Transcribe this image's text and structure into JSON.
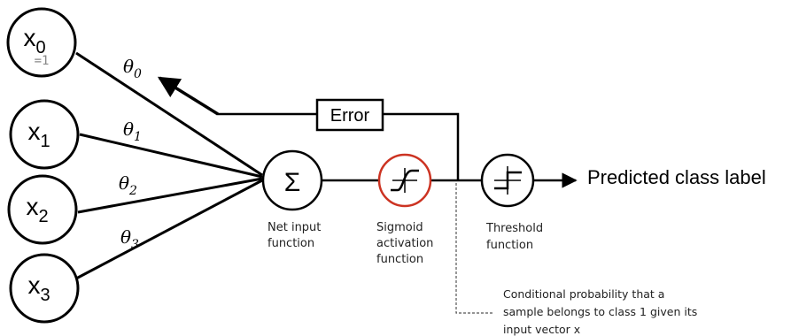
{
  "inputs": [
    {
      "symbol": "x",
      "sub": "0",
      "note": "=1"
    },
    {
      "symbol": "x",
      "sub": "1",
      "note": ""
    },
    {
      "symbol": "x",
      "sub": "2",
      "note": ""
    },
    {
      "symbol": "x",
      "sub": "3",
      "note": ""
    }
  ],
  "weights": [
    {
      "symbol": "θ",
      "sub": "0"
    },
    {
      "symbol": "θ",
      "sub": "1"
    },
    {
      "symbol": "θ",
      "sub": "2"
    },
    {
      "symbol": "θ",
      "sub": "3"
    }
  ],
  "error_label": "Error",
  "sum_symbol": "Σ",
  "net_input_label": [
    "Net input",
    "function"
  ],
  "sigmoid_label": [
    "Sigmoid",
    "activation",
    "function"
  ],
  "threshold_label": [
    "Threshold",
    "function"
  ],
  "output_label": "Predicted class label",
  "note_label": [
    "Conditional probability that a",
    "sample belongs to class 1 given its",
    "input vector x"
  ],
  "colors": {
    "sigmoid_ring": "#cc3322",
    "stroke": "#000000",
    "note_line": "#555555"
  }
}
